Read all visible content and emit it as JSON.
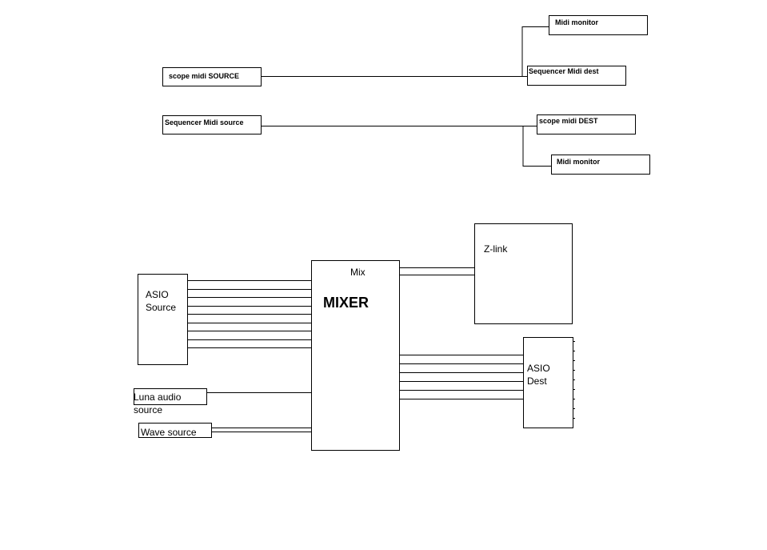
{
  "midi": {
    "scope_source": "scope midi SOURCE",
    "seq_dest": "Sequencer Midi dest",
    "monitor_1": "Midi monitor",
    "seq_source": "Sequencer Midi source",
    "scope_dest": "scope midi DEST",
    "monitor_2": "Midi monitor"
  },
  "audio": {
    "asio_source_line1": "ASIO",
    "asio_source_line2": "Source",
    "luna_line1": "Luna audio",
    "luna_line2": "source",
    "wave_source": "Wave source",
    "mixer_mix": "Mix",
    "mixer_title": "MIXER",
    "zlink": "Z-link",
    "asio_dest_line1": "ASIO",
    "asio_dest_line2": "Dest"
  }
}
